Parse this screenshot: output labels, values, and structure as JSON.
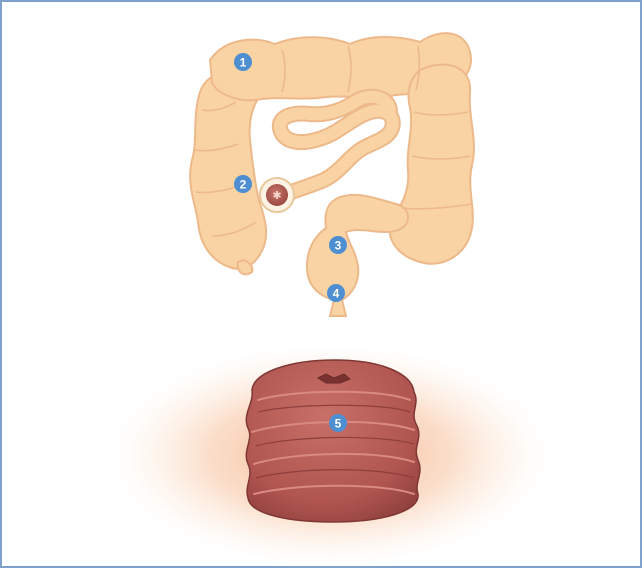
{
  "colors": {
    "frame_border": "#7ea2cc",
    "colon_fill": "#f9d3a4",
    "colon_stroke": "#edb98a",
    "badge_fill": "#4d8fd1",
    "stoma_fill": "#b65a55",
    "stoma_dark": "#8e3e3d",
    "glow": "#f6b98f"
  },
  "labels": {
    "l1": "1",
    "l2": "2",
    "l3": "3",
    "l4": "4",
    "l5": "5"
  }
}
